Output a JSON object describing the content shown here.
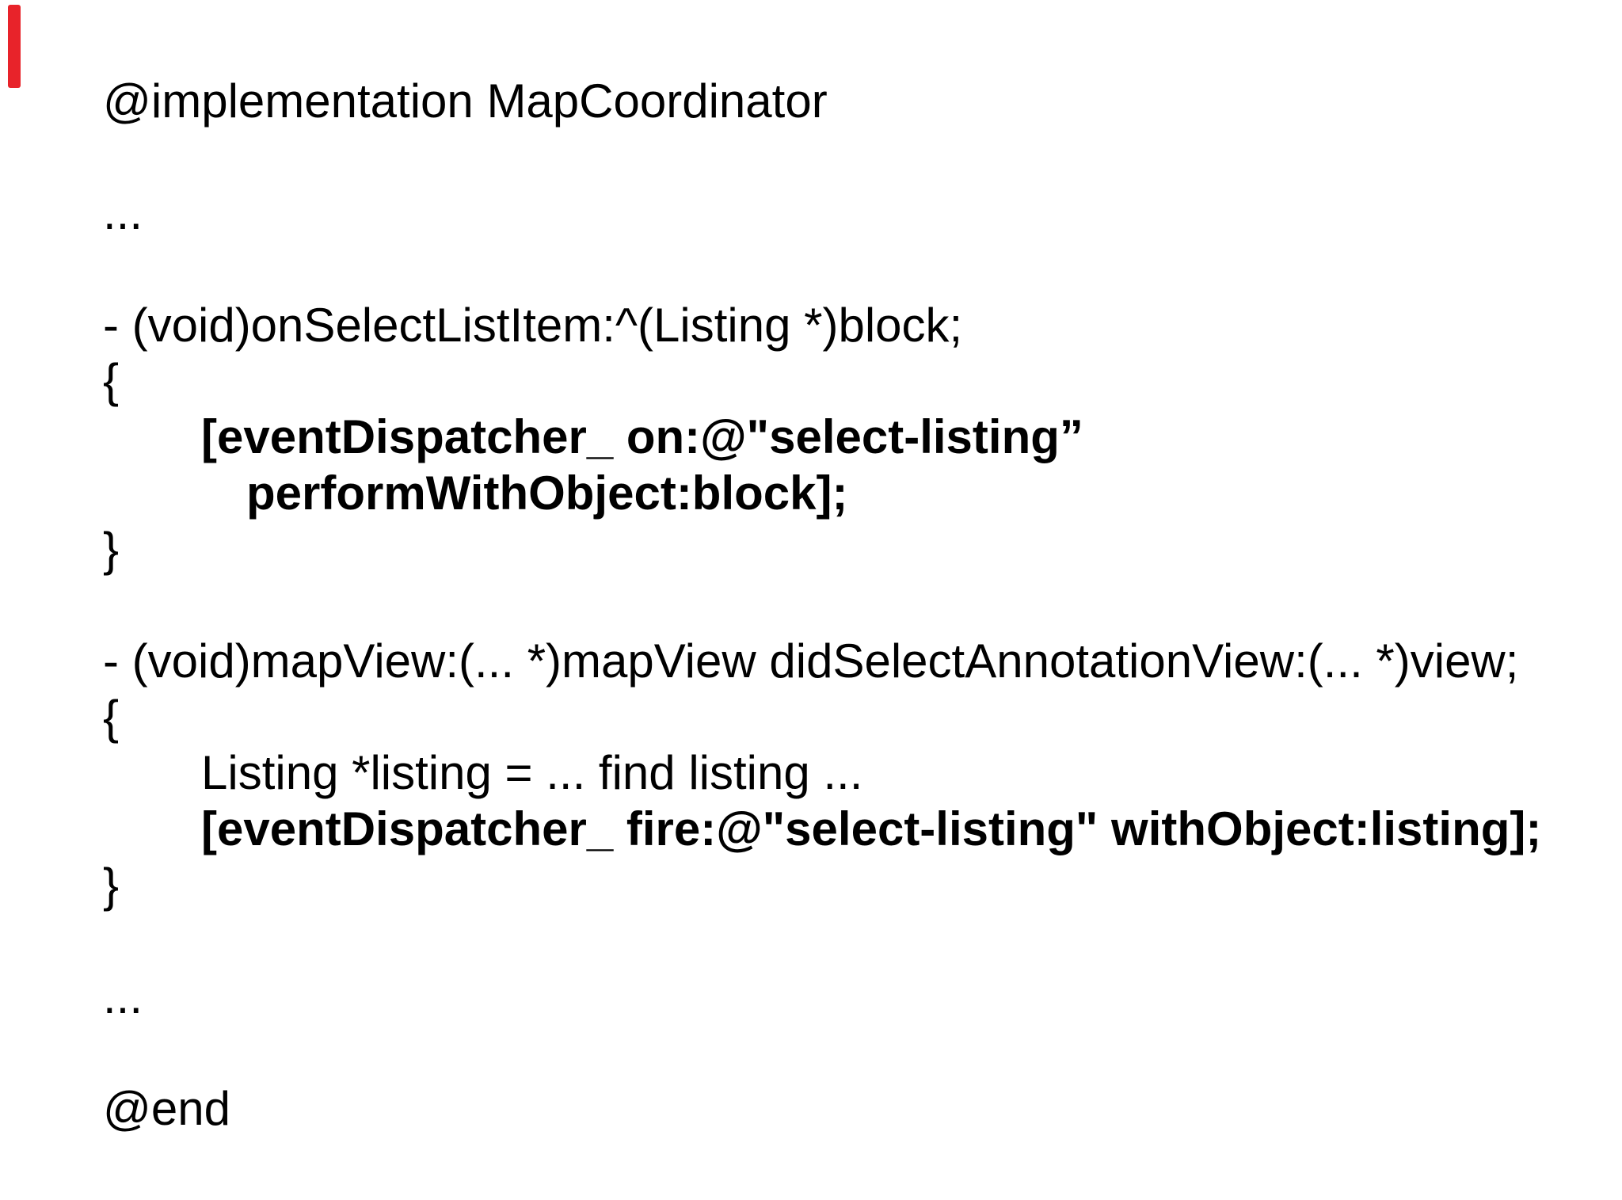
{
  "slide": {
    "background_color": "#ffffff",
    "text_color": "#000000",
    "accent_bar_color": "#e8232a",
    "code": {
      "lines": [
        {
          "text": "@implementation MapCoordinator",
          "bold": false,
          "indent": 0
        },
        {
          "text": "",
          "bold": false,
          "indent": 0
        },
        {
          "text": "...",
          "bold": false,
          "indent": 0
        },
        {
          "text": "",
          "bold": false,
          "indent": 0
        },
        {
          "text": "- (void)onSelectListItem:^(Listing *)block;",
          "bold": false,
          "indent": 0
        },
        {
          "text": "{",
          "bold": false,
          "indent": 0
        },
        {
          "text": "[eventDispatcher_ on:@\"select-listing”",
          "bold": true,
          "indent": 1
        },
        {
          "text": "performWithObject:block];",
          "bold": true,
          "indent": 2
        },
        {
          "text": "}",
          "bold": false,
          "indent": 0
        },
        {
          "text": "",
          "bold": false,
          "indent": 0
        },
        {
          "text": "- (void)mapView:(... *)mapView didSelectAnnotationView:(... *)view;",
          "bold": false,
          "indent": 0
        },
        {
          "text": "{",
          "bold": false,
          "indent": 0
        },
        {
          "text": "Listing *listing = ... find listing ...",
          "bold": false,
          "indent": 1
        },
        {
          "text": "[eventDispatcher_ fire:@\"select-listing\" withObject:listing];",
          "bold": true,
          "indent": 1
        },
        {
          "text": "}",
          "bold": false,
          "indent": 0
        },
        {
          "text": "",
          "bold": false,
          "indent": 0
        },
        {
          "text": "...",
          "bold": false,
          "indent": 0
        },
        {
          "text": "",
          "bold": false,
          "indent": 0
        },
        {
          "text": "@end",
          "bold": false,
          "indent": 0
        }
      ]
    }
  }
}
